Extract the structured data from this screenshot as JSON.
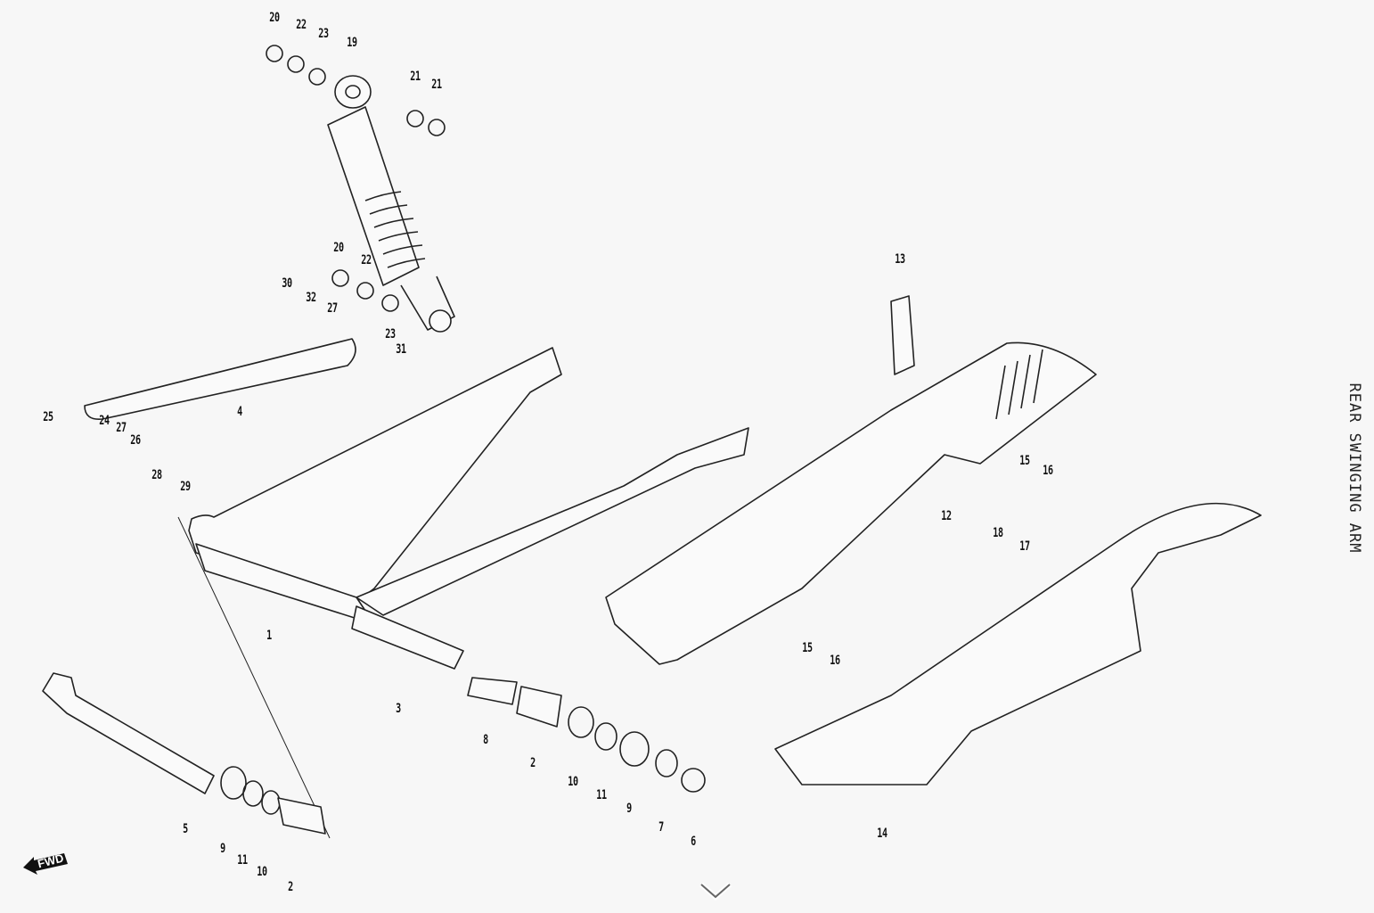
{
  "title": "REAR SWINGING ARM",
  "fwd_label": "FWD",
  "labels": [
    "20",
    "22",
    "23",
    "19",
    "21",
    "21",
    "20",
    "22",
    "30",
    "32",
    "27",
    "23",
    "31",
    "13",
    "25",
    "24",
    "27",
    "26",
    "28",
    "29",
    "4",
    "1",
    "3",
    "8",
    "2",
    "10",
    "11",
    "9",
    "7",
    "6",
    "12",
    "15",
    "16",
    "18",
    "17",
    "15",
    "16",
    "14",
    "5",
    "9",
    "11",
    "10",
    "2"
  ],
  "icons": {
    "scroll_down": "chevron-down-icon",
    "forward": "fwd-arrow-icon"
  }
}
